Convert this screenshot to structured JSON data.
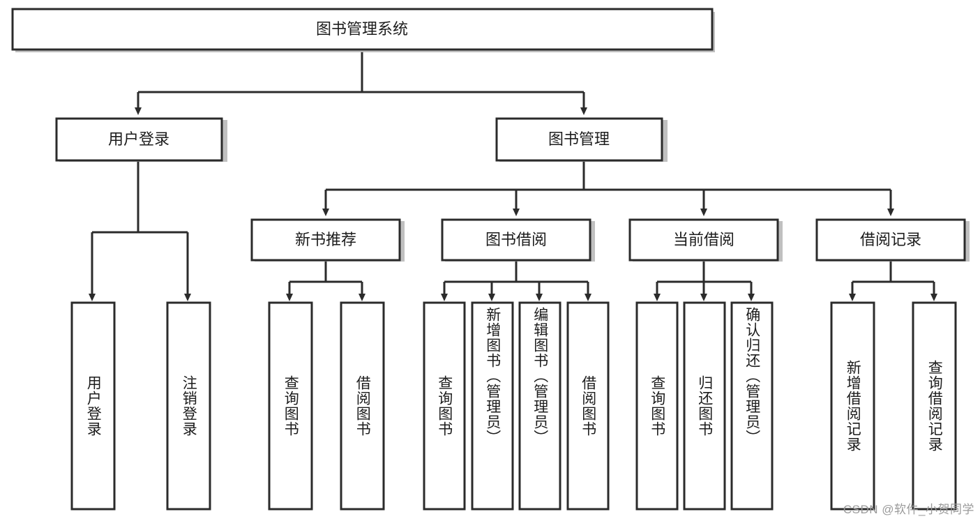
{
  "diagram": {
    "title_node": {
      "label": "图书管理系统"
    },
    "level2": [
      {
        "id": "user-login",
        "label": "用户登录"
      },
      {
        "id": "book-management",
        "label": "图书管理"
      }
    ],
    "level3": [
      {
        "id": "new-book-recommend",
        "label": "新书推荐"
      },
      {
        "id": "book-borrow",
        "label": "图书借阅"
      },
      {
        "id": "current-borrow",
        "label": "当前借阅"
      },
      {
        "id": "borrow-record",
        "label": "借阅记录"
      }
    ],
    "leaves": [
      {
        "id": "leaf-user-login",
        "label": "用户登录",
        "parent": "user-login"
      },
      {
        "id": "leaf-logout-login",
        "label": "注销登录",
        "parent": "user-login"
      },
      {
        "id": "leaf-query-book-1",
        "label": "查询图书",
        "parent": "new-book-recommend"
      },
      {
        "id": "leaf-borrow-book-1",
        "label": "借阅图书",
        "parent": "new-book-recommend"
      },
      {
        "id": "leaf-query-book-2",
        "label": "查询图书",
        "parent": "book-borrow"
      },
      {
        "id": "leaf-add-book",
        "label": "新增图书（管理员）",
        "parent": "book-borrow"
      },
      {
        "id": "leaf-edit-book",
        "label": "编辑图书（管理员）",
        "parent": "book-borrow"
      },
      {
        "id": "leaf-borrow-book-2",
        "label": "借阅图书",
        "parent": "book-borrow"
      },
      {
        "id": "leaf-query-book-3",
        "label": "查询图书",
        "parent": "current-borrow"
      },
      {
        "id": "leaf-return-book",
        "label": "归还图书",
        "parent": "current-borrow"
      },
      {
        "id": "leaf-confirm-return",
        "label": "确认归还（管理员）",
        "parent": "current-borrow"
      },
      {
        "id": "leaf-add-record",
        "label": "新增借阅记录",
        "parent": "borrow-record"
      },
      {
        "id": "leaf-query-record",
        "label": "查询借阅记录",
        "parent": "borrow-record"
      }
    ],
    "colors": {
      "background": "#ffffff",
      "box_fill": "#ffffff",
      "box_stroke": "#2b2b2b",
      "connector": "#2b2b2b",
      "text": "#1c1c1c",
      "watermark": "#9a9a9a"
    }
  },
  "watermark": {
    "text": "CSDN @软件_小贺同学"
  }
}
